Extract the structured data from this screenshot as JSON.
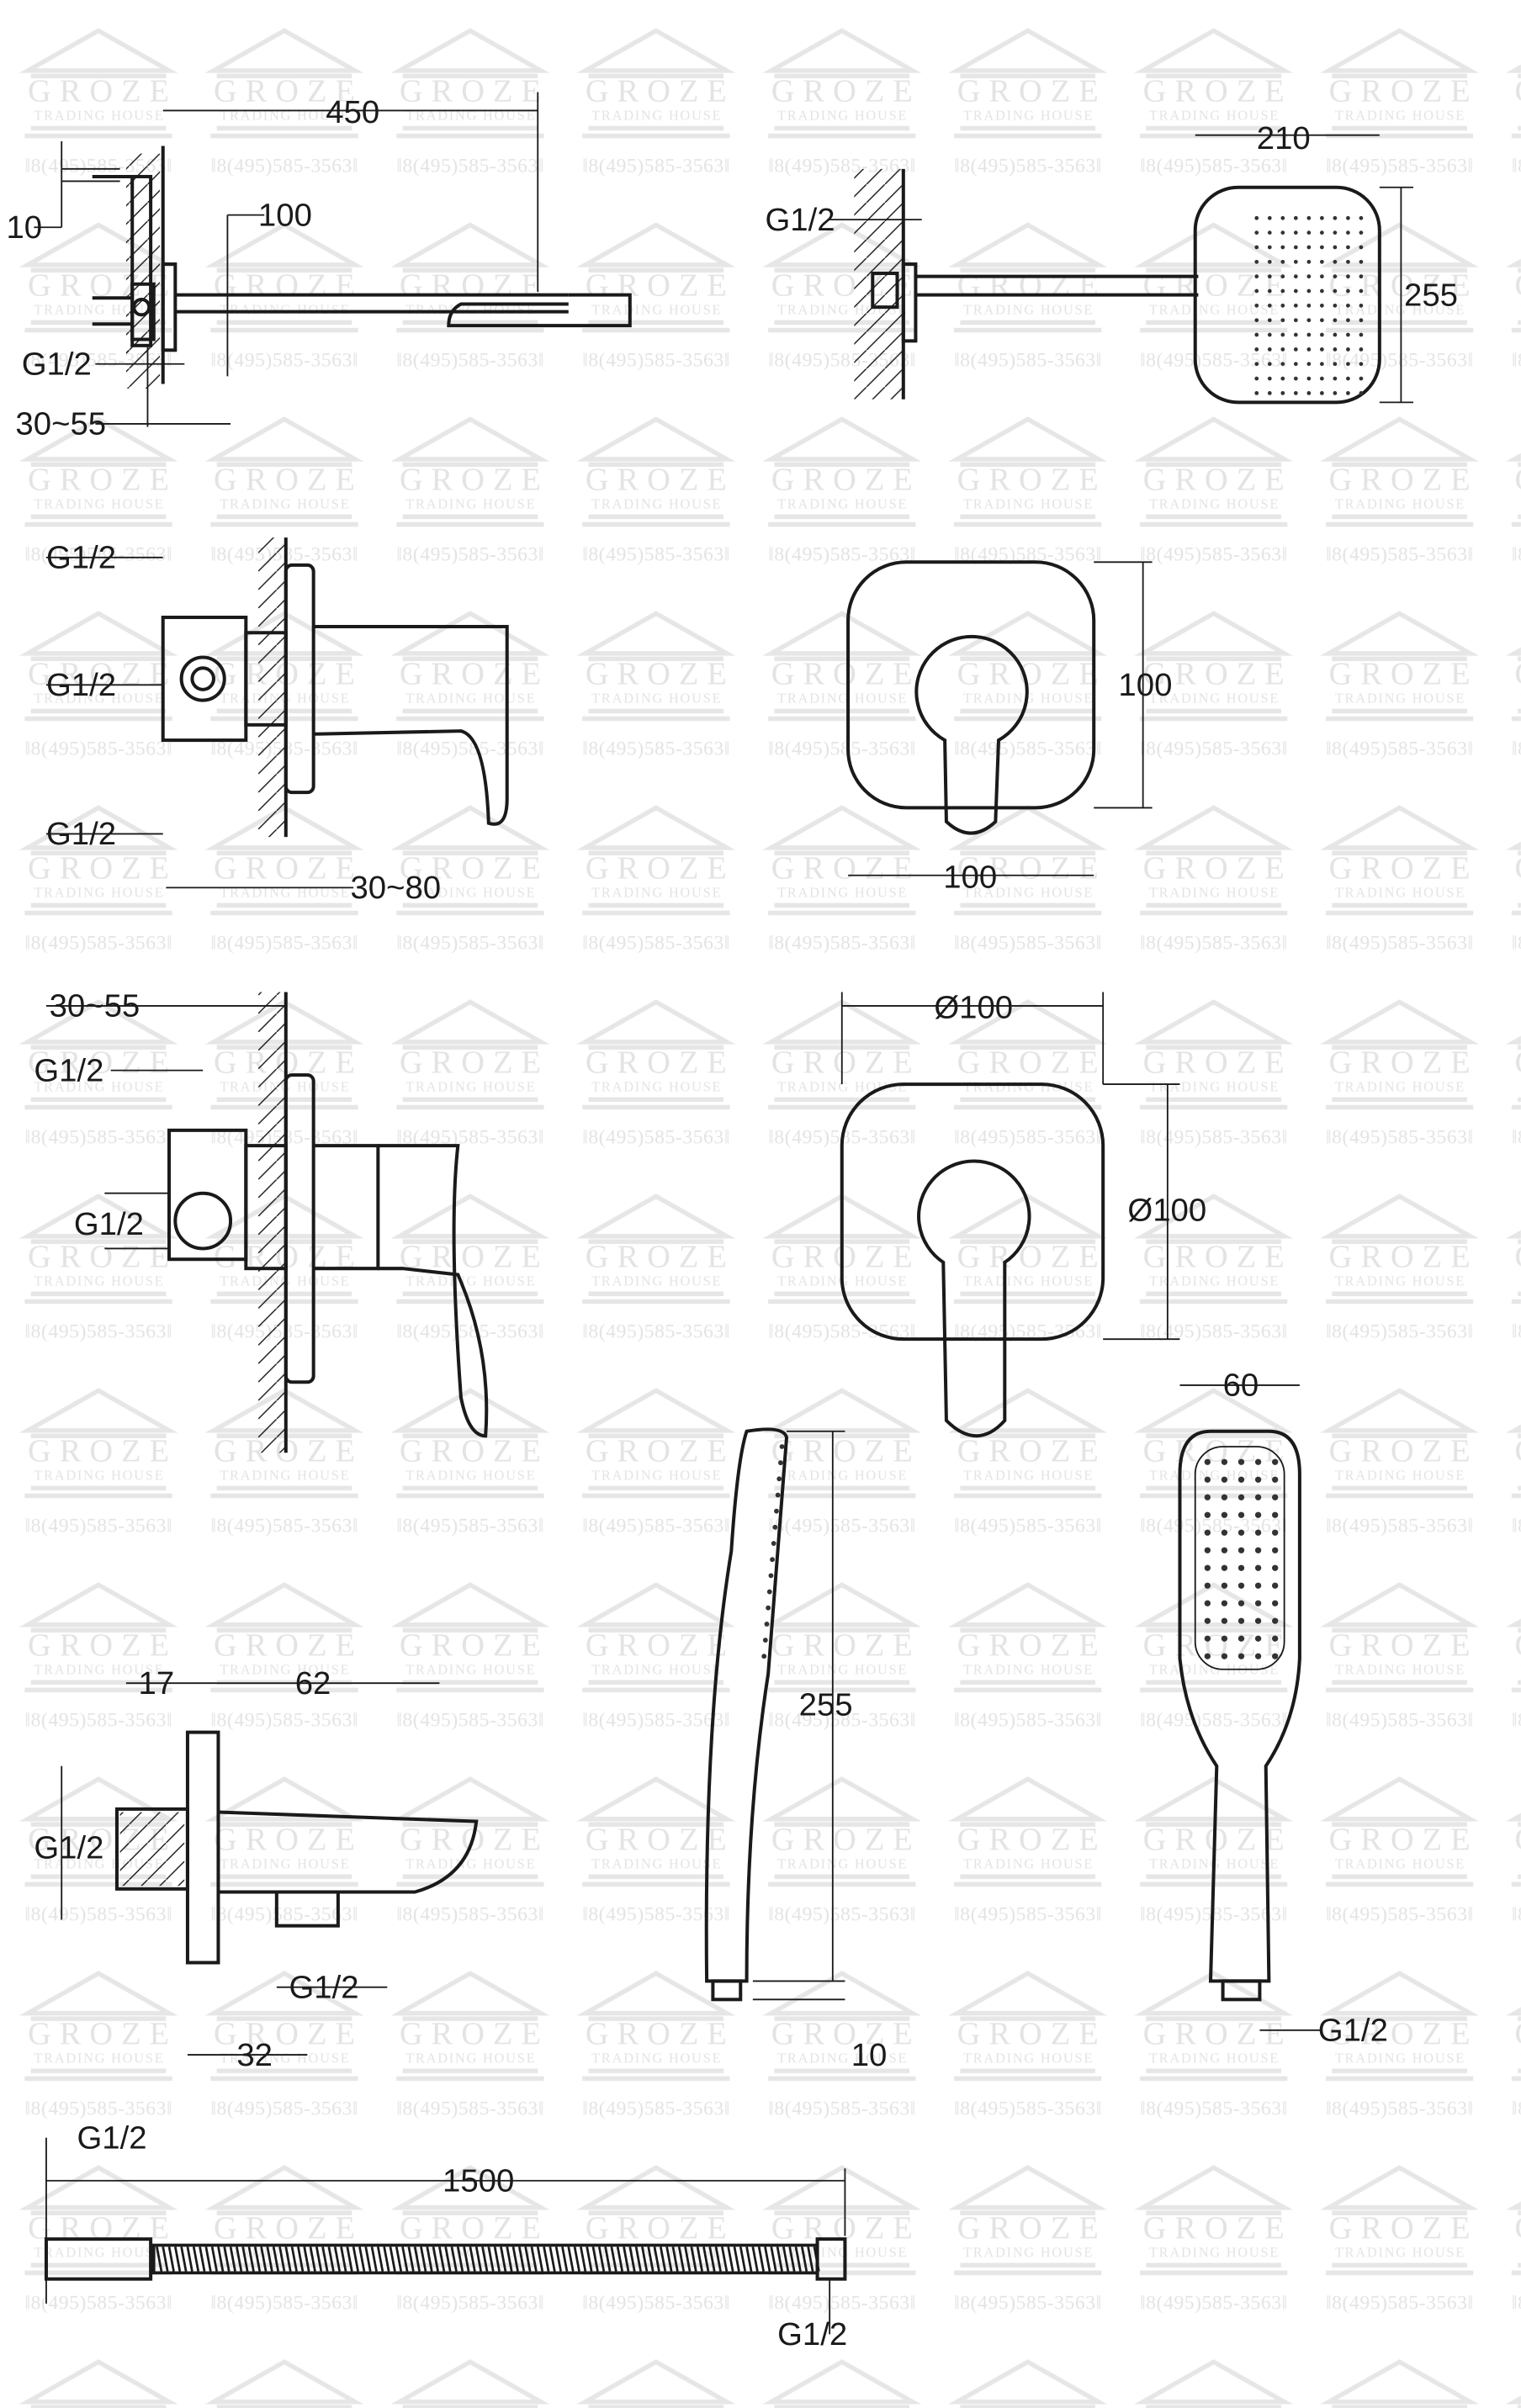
{
  "watermark": {
    "brand": "GROZE",
    "subtitle": "TRADING HOUSE",
    "phone": "8(495)585-3563"
  },
  "colors": {
    "line": "#1a1a1a",
    "watermark": "#e3e3e3",
    "background": "#ffffff"
  },
  "overhead_shower": {
    "side": {
      "arm_length": "450",
      "bracket_offset": "10",
      "flange_height": "100",
      "thread": "G1/2",
      "wall_depth": "30~55"
    },
    "front": {
      "thread": "G1/2",
      "width": "210",
      "height": "255"
    }
  },
  "mixer_1": {
    "side": {
      "thread_top": "G1/2",
      "thread_mid": "G1/2",
      "thread_bottom": "G1/2",
      "wall_depth": "30~80"
    },
    "front": {
      "height": "100",
      "width": "100"
    }
  },
  "mixer_2": {
    "side": {
      "wall_depth": "30~55",
      "thread_top": "G1/2",
      "thread_mid": "G1/2"
    },
    "front": {
      "diameter_top": "Ø100",
      "diameter_side": "Ø100"
    }
  },
  "wall_outlet": {
    "flange": "17",
    "length": "62",
    "thread_in": "G1/2",
    "thread_out": "G1/2",
    "offset": "32"
  },
  "hand_shower": {
    "length": "255",
    "connector": "10",
    "width": "60",
    "thread": "G1/2"
  },
  "hose": {
    "thread_left": "G1/2",
    "length": "1500",
    "thread_right": "G1/2"
  }
}
